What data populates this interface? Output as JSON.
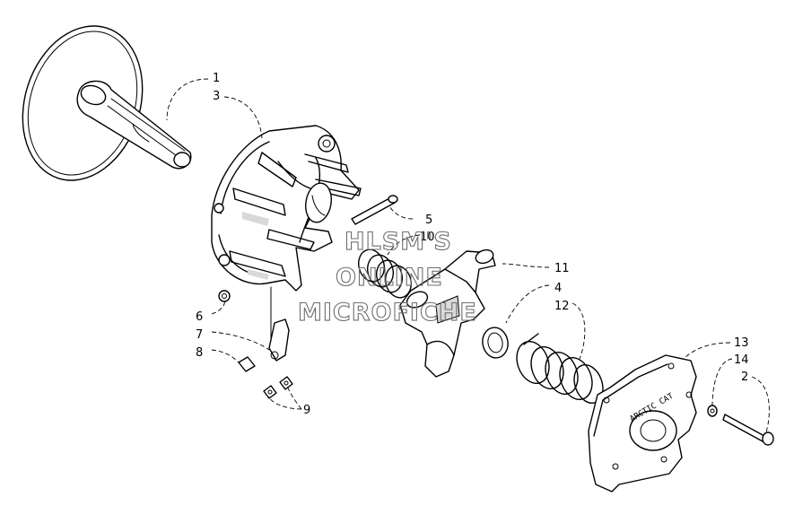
{
  "callouts": {
    "c1": "1",
    "c3": "3",
    "c5": "5",
    "c10": "10",
    "c11": "11",
    "c4": "4",
    "c12": "12",
    "c6": "6",
    "c7": "7",
    "c8": "8",
    "c9": "9",
    "c13": "13",
    "c14": "14",
    "c2": "2"
  },
  "watermark": {
    "line1": "HLSM'S",
    "line2": "ONLINE",
    "line3": "MICROFICHE"
  },
  "cover_stamp": "ARCTIC CAT"
}
